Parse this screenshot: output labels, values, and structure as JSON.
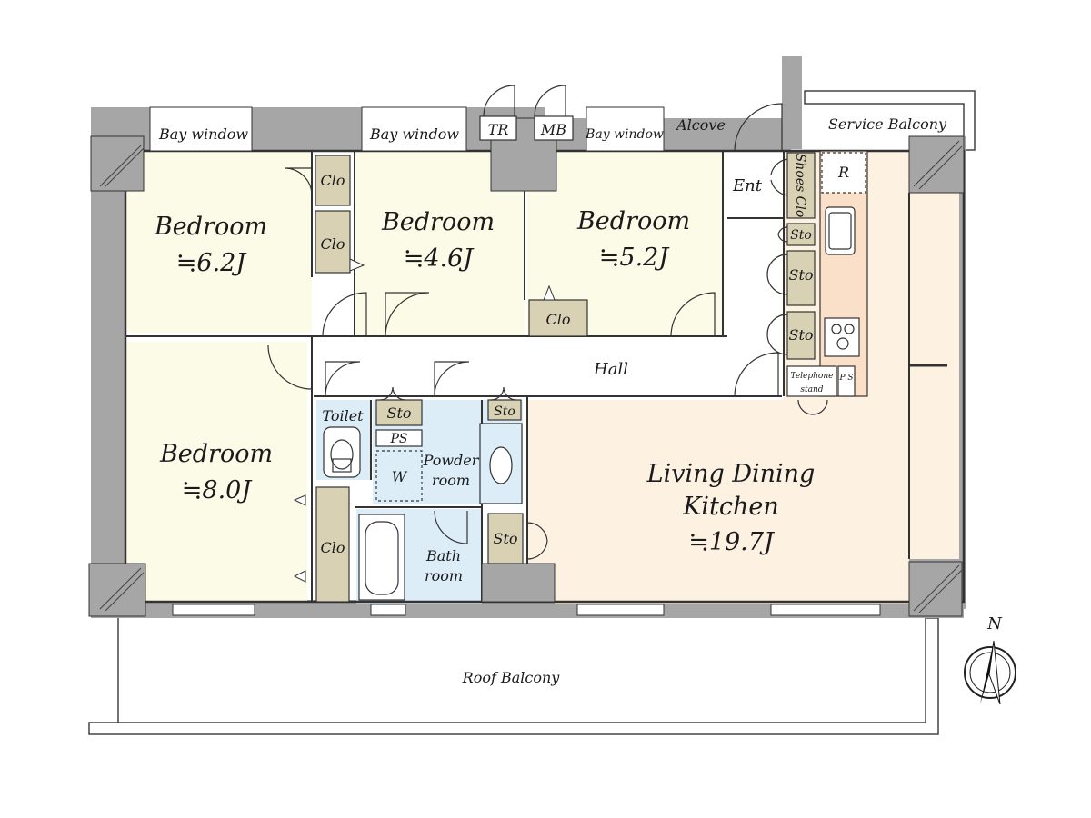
{
  "colors": {
    "wall": "#a6a6a6",
    "bedroom_floor": "#fcfbe8",
    "ldk_floor": "#fdf1e2",
    "wet_floor": "#dcedf8",
    "storage": "#d9d1b4",
    "hall_floor": "#ffffff",
    "line": "#333333"
  },
  "rooms": {
    "bedroom1": {
      "name": "Bedroom",
      "size": "≒6.2J"
    },
    "bedroom2": {
      "name": "Bedroom",
      "size": "≒4.6J"
    },
    "bedroom3": {
      "name": "Bedroom",
      "size": "≒5.2J"
    },
    "bedroom4": {
      "name": "Bedroom",
      "size": "≒8.0J"
    },
    "ldk": {
      "line1": "Living Dining",
      "line2": "Kitchen",
      "size": "≒19.7J"
    },
    "hall": "Hall",
    "toilet": "Toilet",
    "powder": {
      "line1": "Powder",
      "line2": "room"
    },
    "bath": {
      "line1": "Bath",
      "line2": "room"
    },
    "entrance": "Ent",
    "alcove": "Alcove"
  },
  "labels": {
    "bay_window_1": "Bay window",
    "bay_window_2": "Bay window",
    "bay_window_3": "Bay window",
    "service_balcony": "Service Balcony",
    "roof_balcony": "Roof Balcony",
    "tr": "TR",
    "mb": "MB",
    "clo_1": "Clo",
    "clo_2": "Clo",
    "clo_3": "Clo",
    "clo_4": "Clo",
    "sto_1": "Sto",
    "sto_2": "Sto",
    "sto_3": "Sto",
    "sto_4": "Sto",
    "sto_5": "Sto",
    "sto_6": "Sto",
    "shoes_clo": "Shoes Clo",
    "r": "R",
    "ps_1": "PS",
    "ps_2": "P S",
    "w": "W",
    "telephone_1": "Telephone",
    "telephone_2": "stand",
    "compass": "N"
  }
}
